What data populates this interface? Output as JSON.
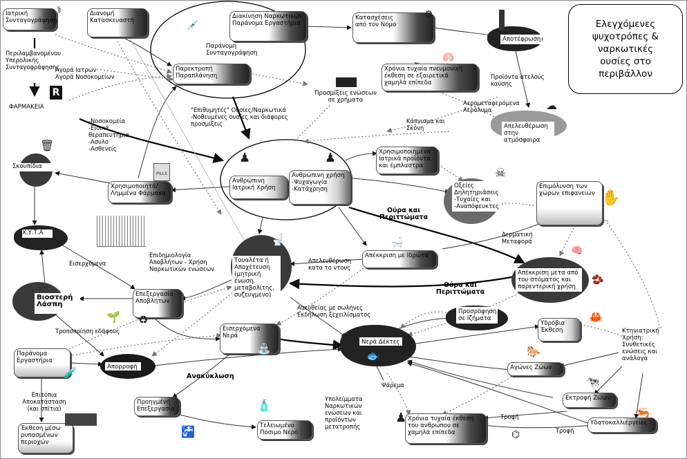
{
  "title": "Ελεγχόμενες\nψυχοτρόπες &\nναρκωτικές\nουσίες στο\nπεριβάλλον",
  "nodes": {
    "iatriki_syntagografisi": "Ιατρική\nΣυνταγογράφηση",
    "dianomi": "Διανομή\nΚατασκευαστή",
    "diakinisi": "Διακίνηση Ναρκωτικών\nΠαράνομα Εργαστήρια",
    "paranomi_syntagografisi": "Παράνομη\nΣυνταγογράφηση",
    "parektropi": "Παρεκτροπή\nΠαραπλάνηση",
    "katasxeseis": "Κατασχέσεις\nαπό τον Νόμο",
    "apotefrosi": "Αποτέφρωση",
    "farmakeia": "ΦΑΡΜΑΚΕΙΑ",
    "prosmixeis": "Προσμίξεις ενώσεων\nσε χρήματα",
    "xronia_pneumoniki": "Χρόνια τυχαία πνευμονική\nέκθεση σε εξαιρετικά\nχαμηλά επίπεδα",
    "apeleutherosi_atmosfaira": "Απελευθέρωση\nστην\nατμόσφαιρα",
    "skoupidia": "Σκουπίδια",
    "anthropini_iatriki": "Ανθρώπινη\nΙατρική Χρήση",
    "anthropini_xrisi": "Ανθρώπινη χρήση\n-Ψυχαγωγία\n-Κατάχρηση",
    "xrisimopoiimena_proionta": "Χρησιμοποιημένα\nΙατρικά προϊόντα\nκαι έμπλαστρα",
    "oxeies": "Οξείες\nΔηλητηριάσεις\n-Τυχαίες και\n-Αναπόφευκτες",
    "epimolynsi": "Επιμόλυνση των\nχώρων επιφανειών",
    "xrisimopoiita_farmaka": "Χρησιμοποιητά/\nΛημμένα Φάρμακα",
    "xyta": "Χ.Υ.Τ.Α",
    "apekkrisi_idrota": "Απέκκριση με Ιδρώτα",
    "toualeta": "Τουαλέτα ή\nΑποχέτευση\n(μητρική\nένωση,\nμεταβολίτης,\nσυζευγμένο)",
    "apekkrisi_stoma": "Απέκκριση μετα από\nτου στόματος και\nπαρεντερική χρήση",
    "viosteri_lasi": "Βιοστερή\nΛάσπη",
    "epexergasia_apovliton": "Επεξεργασία\nΑποβλήτων",
    "eiserxomena_nera": "Εισερχόμενα\nΝερά",
    "nera_dektes": "Νερά Δέκτες",
    "prosrofisi": "Προσρόφηση\nσε Ιζήματα",
    "ydrovia_ekthesi": "Υδρόβια\nΈκθεση",
    "paranoma_ergastiria": "Παράνομα\nΕργαστήρια",
    "aporrofi": "Απορροφή",
    "agones_zoon": "Αγώνες Ζώων",
    "ektrofi_zoon": "Εκτροφή Ζώων",
    "kthniatriki": "Κτηνιατρική\nΧρήση:\nΣυνθετικές\nενώσεις και\nανάλογα",
    "proigmeni_epexergasia": "Προηγμένη\nΕπεξεργασία",
    "teleiomeno_nero": "Τελειωμένο\nΠόσιμο Νερό",
    "xronia_anthropoi": "Χρόνια τυχαία έκθεση\nτου ανθρώπου σε\nχαμηλά επίπεδα",
    "ydatokalliergeies": "Υδατοκαλλιέργειες",
    "ektheesi_rypasmenon": "Έκθεση μέσω\nρυπασμένων\nπεριοχών"
  },
  "labels": {
    "perilamvanomenou": "Περιλαμβανομένου\nΥπερολικής\nΣυνταγοφράφησης",
    "agora_iatron": "Αγορά Ιατρών\nΑγορά Νοσοκομείων",
    "epithymites": "\"Επιθυμητές\" Ουσίες/Ναρκωτικά\n-Νοθευμένες ουσίες και διάφορες\nπροσμίξεις",
    "proionta_ateloys": "Προϊόντα ατελούς\nκαύσης",
    "aerometaferomena": "Αερομεταφερόμενα\nΑερόλυμα",
    "kapnisma": "Κάπνισμα και\nΣκόνη",
    "nosokomeia": "-Νοσοκομεία\n-Ειδικά\nθεραπευτήρια\n-Ασυλο\n-Ασθενείς",
    "oura_1": "Ούρα και\nΠεριττώματα",
    "oura_2": "Ούρα και\nΠεριττώματα",
    "dermatiki": "Δερματική\nΜεταφορά",
    "epidimiologia": "Επιδημιολογία\nΑποβλήτων - Χρήση\nΝαρκωτικών ενώσεων",
    "apeleutherosi_ntous": "Απελευθέρωση\nκατα το ντους",
    "eiserxomena": "Εισερχόμενα",
    "apeutheias": "Απευθείας με σωλήνες\nΕκδήλωση ξεχειλίσματος",
    "tropopoiisi": "Τροποποίηση εδάφους",
    "anakyklosi": "Ανακύκλωση",
    "epitopia": "Επιτόπια\nΑποκατάσταση\n(και σπίτια)",
    "psarema": "Ψάρεμα",
    "ypoleimmata": "Υπολείμματα\nΝαρκωτικών\nενώσεων και\nπροϊόντων\nμετατροπής",
    "trofi_1": "Τροφή",
    "trofi_2": "Τροφή",
    "pills": "PILLS",
    "rx": "R"
  }
}
